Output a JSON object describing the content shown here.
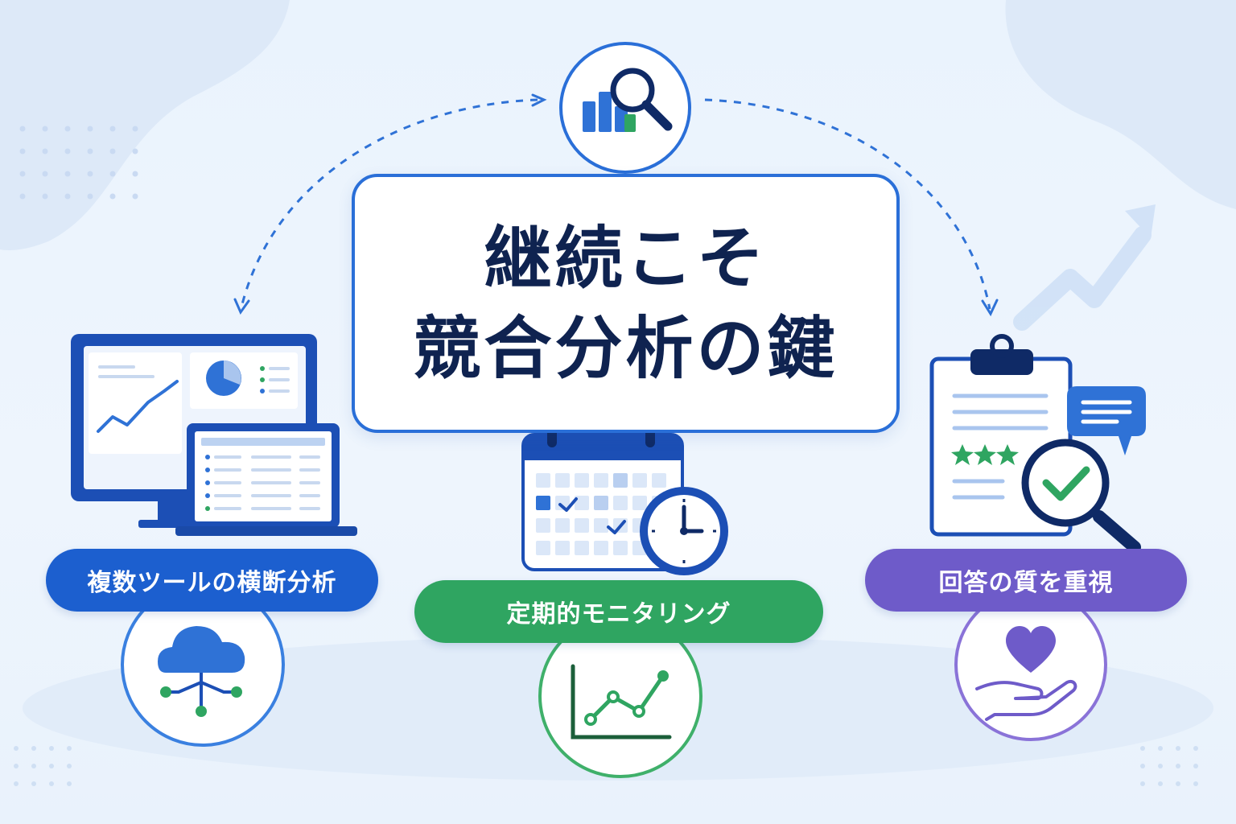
{
  "title": {
    "line1": "継続こそ",
    "line2": "競合分析の鍵"
  },
  "labels": {
    "left": "複数ツールの横断分析",
    "middle": "定期的モニタリング",
    "right": "回答の質を重視"
  },
  "icons": {
    "top": "bar-chart-magnifier-icon",
    "left_device": "monitor-laptop-dashboard-icon",
    "left_bottom": "cloud-network-icon",
    "middle_device": "calendar-clock-icon",
    "middle_bottom": "line-chart-icon",
    "right_device": "clipboard-review-magnifier-icon",
    "right_bottom": "heart-hand-icon",
    "decor": "trend-arrow-icon"
  },
  "colors": {
    "title_text": "#0f2350",
    "accent_blue": "#1c5fcf",
    "accent_green": "#2fa561",
    "accent_purple": "#6e5bc9",
    "frame_blue": "#2a6fd8"
  }
}
